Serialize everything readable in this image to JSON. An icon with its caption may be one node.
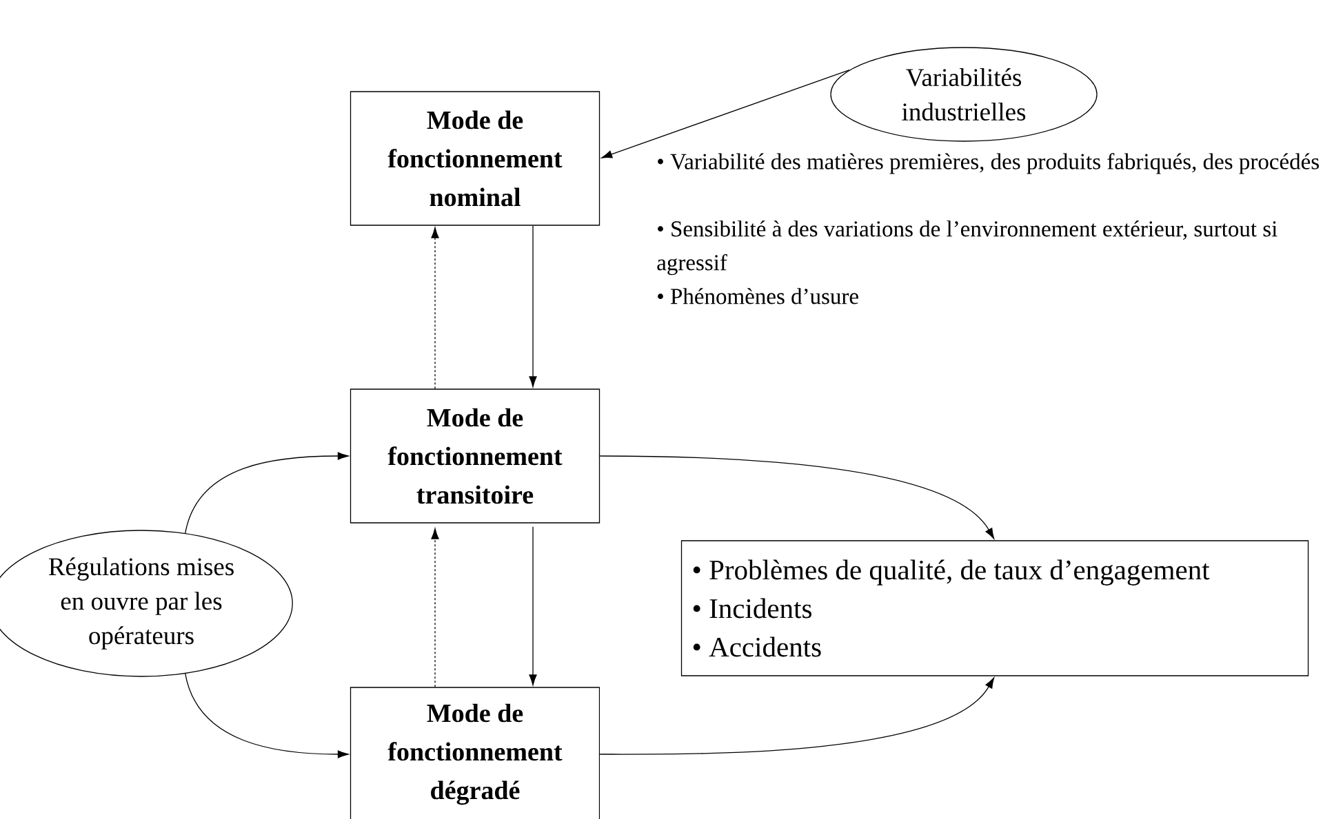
{
  "diagram": {
    "nodes": [
      {
        "text": [
          "Variabilités industrielles"
        ]
      },
      {
        "text": [
          "Mode de fonctionnement nominal"
        ]
      },
      {
        "text": [
          "Mode de fonctionnement transitoire"
        ]
      },
      {
        "text": [
          "Mode de fonctionnement dégradé"
        ]
      },
      {
        "text": [
          "Régulations mises en ouvre par les opérateurs"
        ]
      },
      {
        "text": [
          "• Problèmes de qualité, de taux d’engagement",
          "• Incidents",
          "• Accidents"
        ]
      }
    ],
    "edges": [
      {
        "from": 0,
        "to": 1,
        "arrow": "to"
      },
      {
        "from": 1,
        "to": 2,
        "arrow": "to"
      },
      {
        "from": 2,
        "to": 1,
        "arrow": "to",
        "style": "dashed"
      },
      {
        "from": 2,
        "to": 3,
        "arrow": "to"
      },
      {
        "from": 3,
        "to": 2,
        "arrow": "to",
        "style": "dashed"
      },
      {
        "from": 4,
        "to": 2,
        "arrow": "to"
      },
      {
        "from": 4,
        "to": 3,
        "arrow": "to"
      },
      {
        "from": 2,
        "to": 5,
        "arrow": "to"
      },
      {
        "from": 3,
        "to": 5,
        "arrow": "to"
      }
    ],
    "labels": [
      "• Variabilité des matières premières, des produits fabriqués, des procédés",
      "• Sensibilité à des variations de l’environnement extérieur, surtout si agressif",
      "• Phénomènes d’usure"
    ]
  }
}
